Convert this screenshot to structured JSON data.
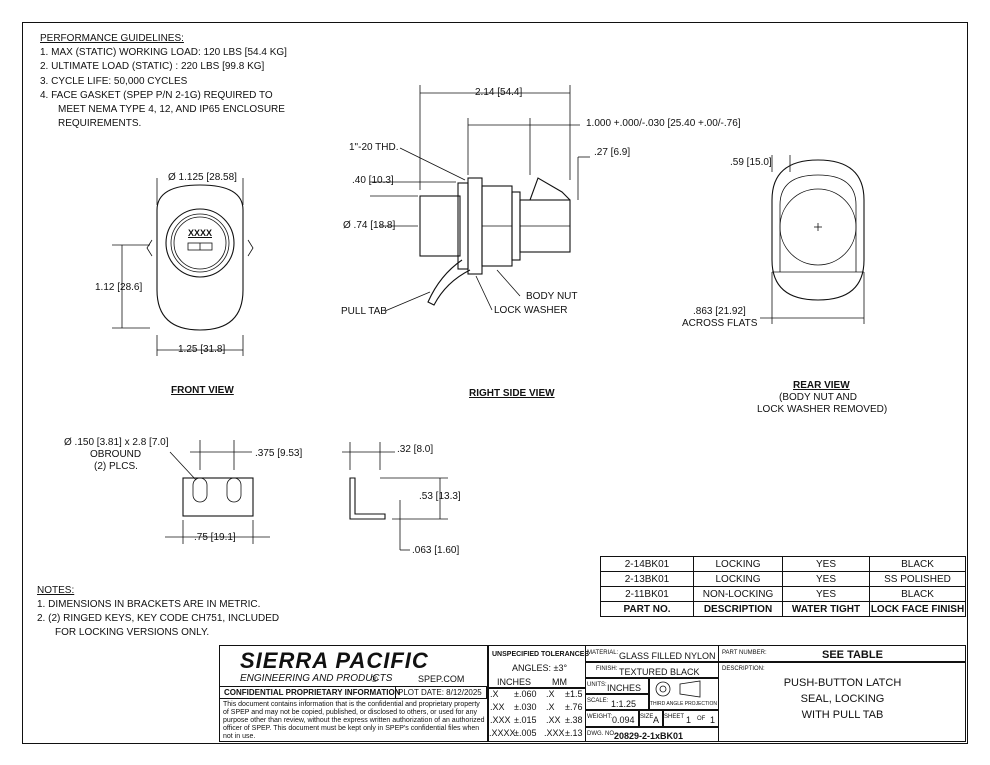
{
  "performance": {
    "title": "PERFORMANCE GUIDELINES:",
    "items": [
      "1.  MAX (STATIC) WORKING LOAD: 120 LBS [54.4 KG]",
      "2.  ULTIMATE LOAD (STATIC) : 220 LBS [99.8 KG]",
      "3.  CYCLE LIFE: 50,000 CYCLES",
      "4.  FACE GASKET (SPEP P/N 2-1G) REQUIRED TO",
      "MEET NEMA TYPE 4, 12, AND IP65 ENCLOSURE",
      "REQUIREMENTS."
    ]
  },
  "front_view": {
    "label": "FRONT VIEW",
    "dia": "Ø 1.125 [28.58]",
    "height": "1.12 [28.6]",
    "width": "1.25 [31.8]",
    "key_marking": "XXXX"
  },
  "side_view": {
    "label": "RIGHT SIDE VIEW",
    "overall": "2.14 [54.4]",
    "grip": "1.000 +.000/-.030 [25.40 +.00/-.76]",
    "thread": "1\"-20 THD.",
    "dim_40": ".40 [10.3]",
    "dim_27": ".27 [6.9]",
    "dia_74": "Ø .74 [18.8]",
    "body_nut": "BODY NUT",
    "lock_washer": "LOCK WASHER",
    "pull_tab": "PULL TAB"
  },
  "rear_view": {
    "label": "REAR VIEW",
    "sub1": "(BODY NUT AND",
    "sub2": "LOCK WASHER REMOVED)",
    "dim_59": ".59 [15.0]",
    "flats1": ".863 [21.92]",
    "flats2": "ACROSS FLATS"
  },
  "tab_views": {
    "obround1": "Ø .150 [3.81] x 2.8 [7.0]",
    "obround2": "OBROUND",
    "obround3": "(2) PLCS.",
    "dim_375": ".375 [9.53]",
    "dim_75": ".75 [19.1]",
    "dim_32": ".32 [8.0]",
    "dim_53": ".53 [13.3]",
    "dim_063": ".063 [1.60]"
  },
  "notes": {
    "title": "NOTES:",
    "items": [
      "1.  DIMENSIONS IN BRACKETS ARE IN METRIC.",
      "2.  (2) RINGED KEYS, KEY CODE CH751, INCLUDED",
      "FOR LOCKING VERSIONS ONLY."
    ]
  },
  "parts_table": {
    "headers": [
      "PART NO.",
      "DESCRIPTION",
      "WATER TIGHT",
      "LOCK FACE FINISH"
    ],
    "rows": [
      [
        "2-14BK01",
        "LOCKING",
        "YES",
        "BLACK"
      ],
      [
        "2-13BK01",
        "LOCKING",
        "YES",
        "SS POLISHED"
      ],
      [
        "2-11BK01",
        "NON-LOCKING",
        "YES",
        "BLACK"
      ]
    ]
  },
  "title_block": {
    "company": "SIERRA PACIFIC",
    "tagline": "ENGINEERING AND PRODUCTS",
    "registered": "®",
    "website": "SPEP.COM",
    "confidential": "CONFIDENTIAL PROPRIETARY INFORMATION",
    "plot_date": "PLOT DATE:  8/12/2025",
    "legal": "This document contains information that is the confidential and proprietary property of SPEP and may not be copied, published, or disclosed to others, or used for any purpose  other than review, without the express written authorization of an authorized officer of SPEP. This document must be kept only in SPEP's confidential files when not in use.",
    "tol_title": "UNSPECIFIED TOLERANCES",
    "angles": "ANGLES: ±3°",
    "inches": "INCHES",
    "mm": "MM",
    "tol_rows": [
      [
        ".X",
        "±.060",
        ".X",
        "±1.5"
      ],
      [
        ".XX",
        "±.030",
        ".X",
        "±.76"
      ],
      [
        ".XXX",
        "±.015",
        ".XX",
        "±.38"
      ],
      [
        ".XXXX",
        "±.005",
        ".XXX",
        "±.13"
      ]
    ],
    "material_lbl": "MATERIAL:",
    "material": "GLASS FILLED NYLON",
    "finish_lbl": "FINISH:",
    "finish": "TEXTURED BLACK",
    "units_lbl": "UNITS:",
    "units": "INCHES",
    "projection": "THIRD ANGLE PROJECTION",
    "scale_lbl": "SCALE:",
    "scale": "1:1.25",
    "weight_lbl": "WEIGHT:",
    "weight": "0.094",
    "size_lbl": "SIZE",
    "size": "A",
    "sheet_lbl": "SHEET",
    "sheet": "1",
    "of_lbl": "OF",
    "of": "1",
    "dwg_lbl": "DWG. NO.",
    "dwg": "20829-2-1xBK01",
    "partnum_lbl": "PART NUMBER:",
    "partnum": "SEE TABLE",
    "desc_lbl": "DESCRIPTION:",
    "desc1": "PUSH-BUTTON LATCH",
    "desc2": "SEAL, LOCKING",
    "desc3": "WITH PULL TAB"
  }
}
